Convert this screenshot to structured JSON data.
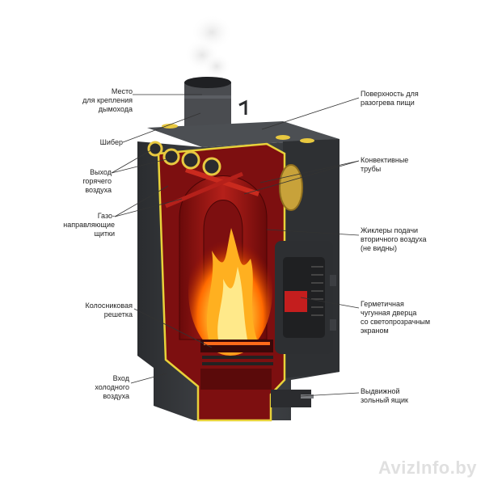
{
  "labels_left": [
    {
      "id": "chimney-mount",
      "text": "Место\nдля крепления\nдымохода"
    },
    {
      "id": "damper",
      "text": "Шибер"
    },
    {
      "id": "hot-air-outlet",
      "text": "Выход\nгорячего\nвоздуха"
    },
    {
      "id": "gas-baffles",
      "text": "Газо-\nнаправляющие\nщитки"
    },
    {
      "id": "grate",
      "text": "Колосниковая\nрешетка"
    },
    {
      "id": "cold-air-inlet",
      "text": "Вход\nхолодного\nвоздуха"
    }
  ],
  "labels_right": [
    {
      "id": "cooking-surface",
      "text": "Поверхность для\nразогрева пищи"
    },
    {
      "id": "convection-tubes",
      "text": "Конвективные\nтрубы"
    },
    {
      "id": "secondary-air-jets",
      "text": "Жиклеры подачи\nвторичного воздуха\n(не видны)"
    },
    {
      "id": "sealed-door",
      "text": "Герметичная\nчугунная дверца\nсо светопрозрачным\nэкраном"
    },
    {
      "id": "ash-drawer",
      "text": "Выдвижной\nзольный ящик"
    }
  ],
  "watermark": "AvizInfo.by",
  "colors": {
    "body": "#3a3c40",
    "body_dark": "#26282b",
    "interior": "#7a0e0e",
    "interior_light": "#b81e1e",
    "outline": "#e8d23a",
    "flame_core": "#ffe14a",
    "flame_outer": "#ff5a00",
    "brass": "#c8a23a"
  }
}
